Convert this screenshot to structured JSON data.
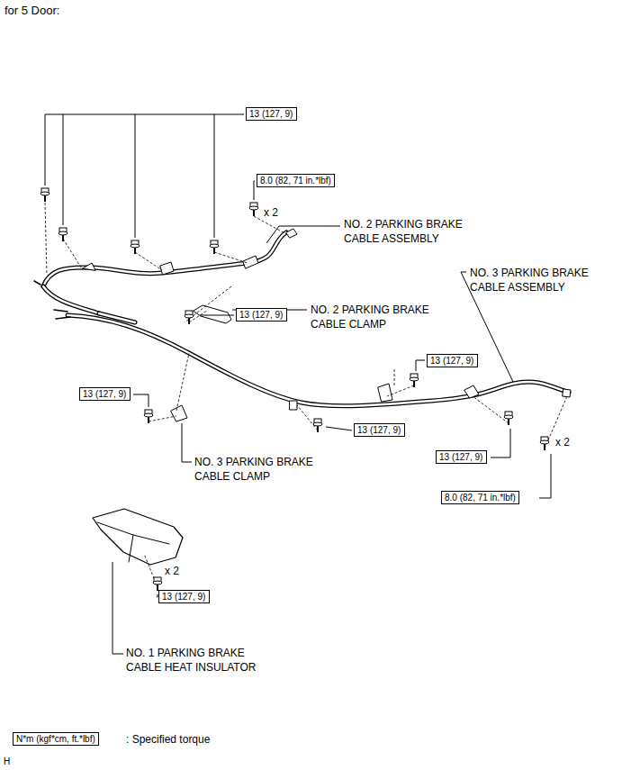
{
  "diagram": {
    "title": "for 5 Door:",
    "nodes": [
      {
        "text": [
          "13 (127, 9)"
        ]
      },
      {
        "text": [
          "8.0 (82, 71 in.*lbf)"
        ]
      },
      {
        "text": [
          "13 (127, 9)"
        ]
      },
      {
        "text": [
          "13 (127, 9)"
        ]
      },
      {
        "text": [
          "13 (127, 9)"
        ]
      },
      {
        "text": [
          "13 (127, 9)"
        ]
      },
      {
        "text": [
          "13 (127, 9)"
        ]
      },
      {
        "text": [
          "8.0 (82, 71 in.*lbf)"
        ]
      },
      {
        "text": [
          "13 (127, 9)"
        ]
      },
      {
        "text": [
          "N*m (kgf*cm, ft.*lbf)"
        ]
      }
    ],
    "labels": [
      "NO. 2 PARKING BRAKE CABLE ASSEMBLY",
      "x 2",
      "NO. 3 PARKING BRAKE CABLE ASSEMBLY",
      "NO. 2 PARKING BRAKE CABLE CLAMP",
      "NO. 3 PARKING BRAKE CABLE CLAMP",
      "x 2",
      "x 2",
      "NO. 1 PARKING BRAKE CABLE HEAT INSULATOR",
      ": Specified torque",
      "H"
    ]
  }
}
